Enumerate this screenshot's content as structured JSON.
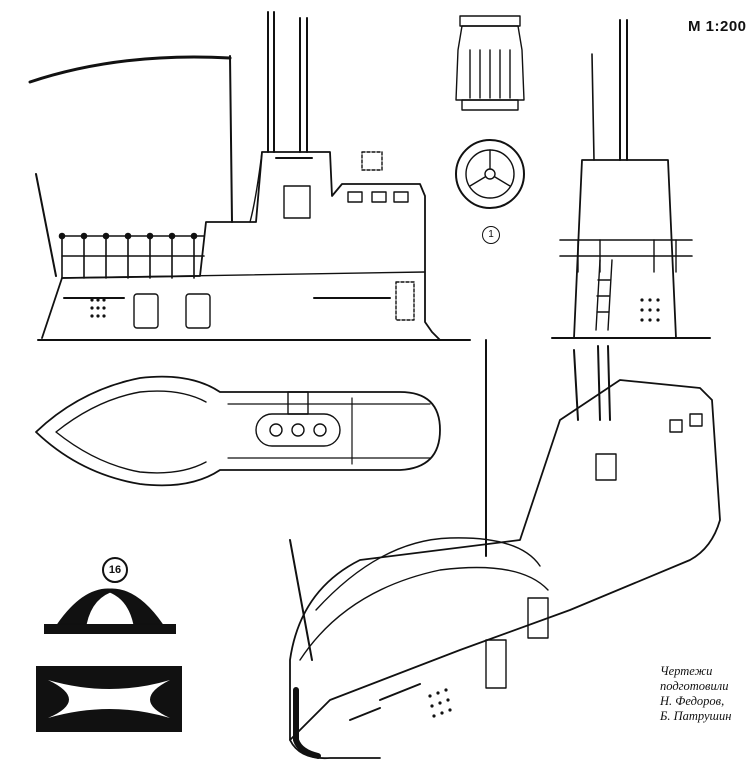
{
  "scale": "M 1:200",
  "callouts": {
    "detail_1": "1",
    "detail_16": "16"
  },
  "credits": {
    "line1": "Чертежи",
    "line2": "подготовили",
    "line3": "Н. Федоров,",
    "line4": "Б. Патрушин"
  }
}
